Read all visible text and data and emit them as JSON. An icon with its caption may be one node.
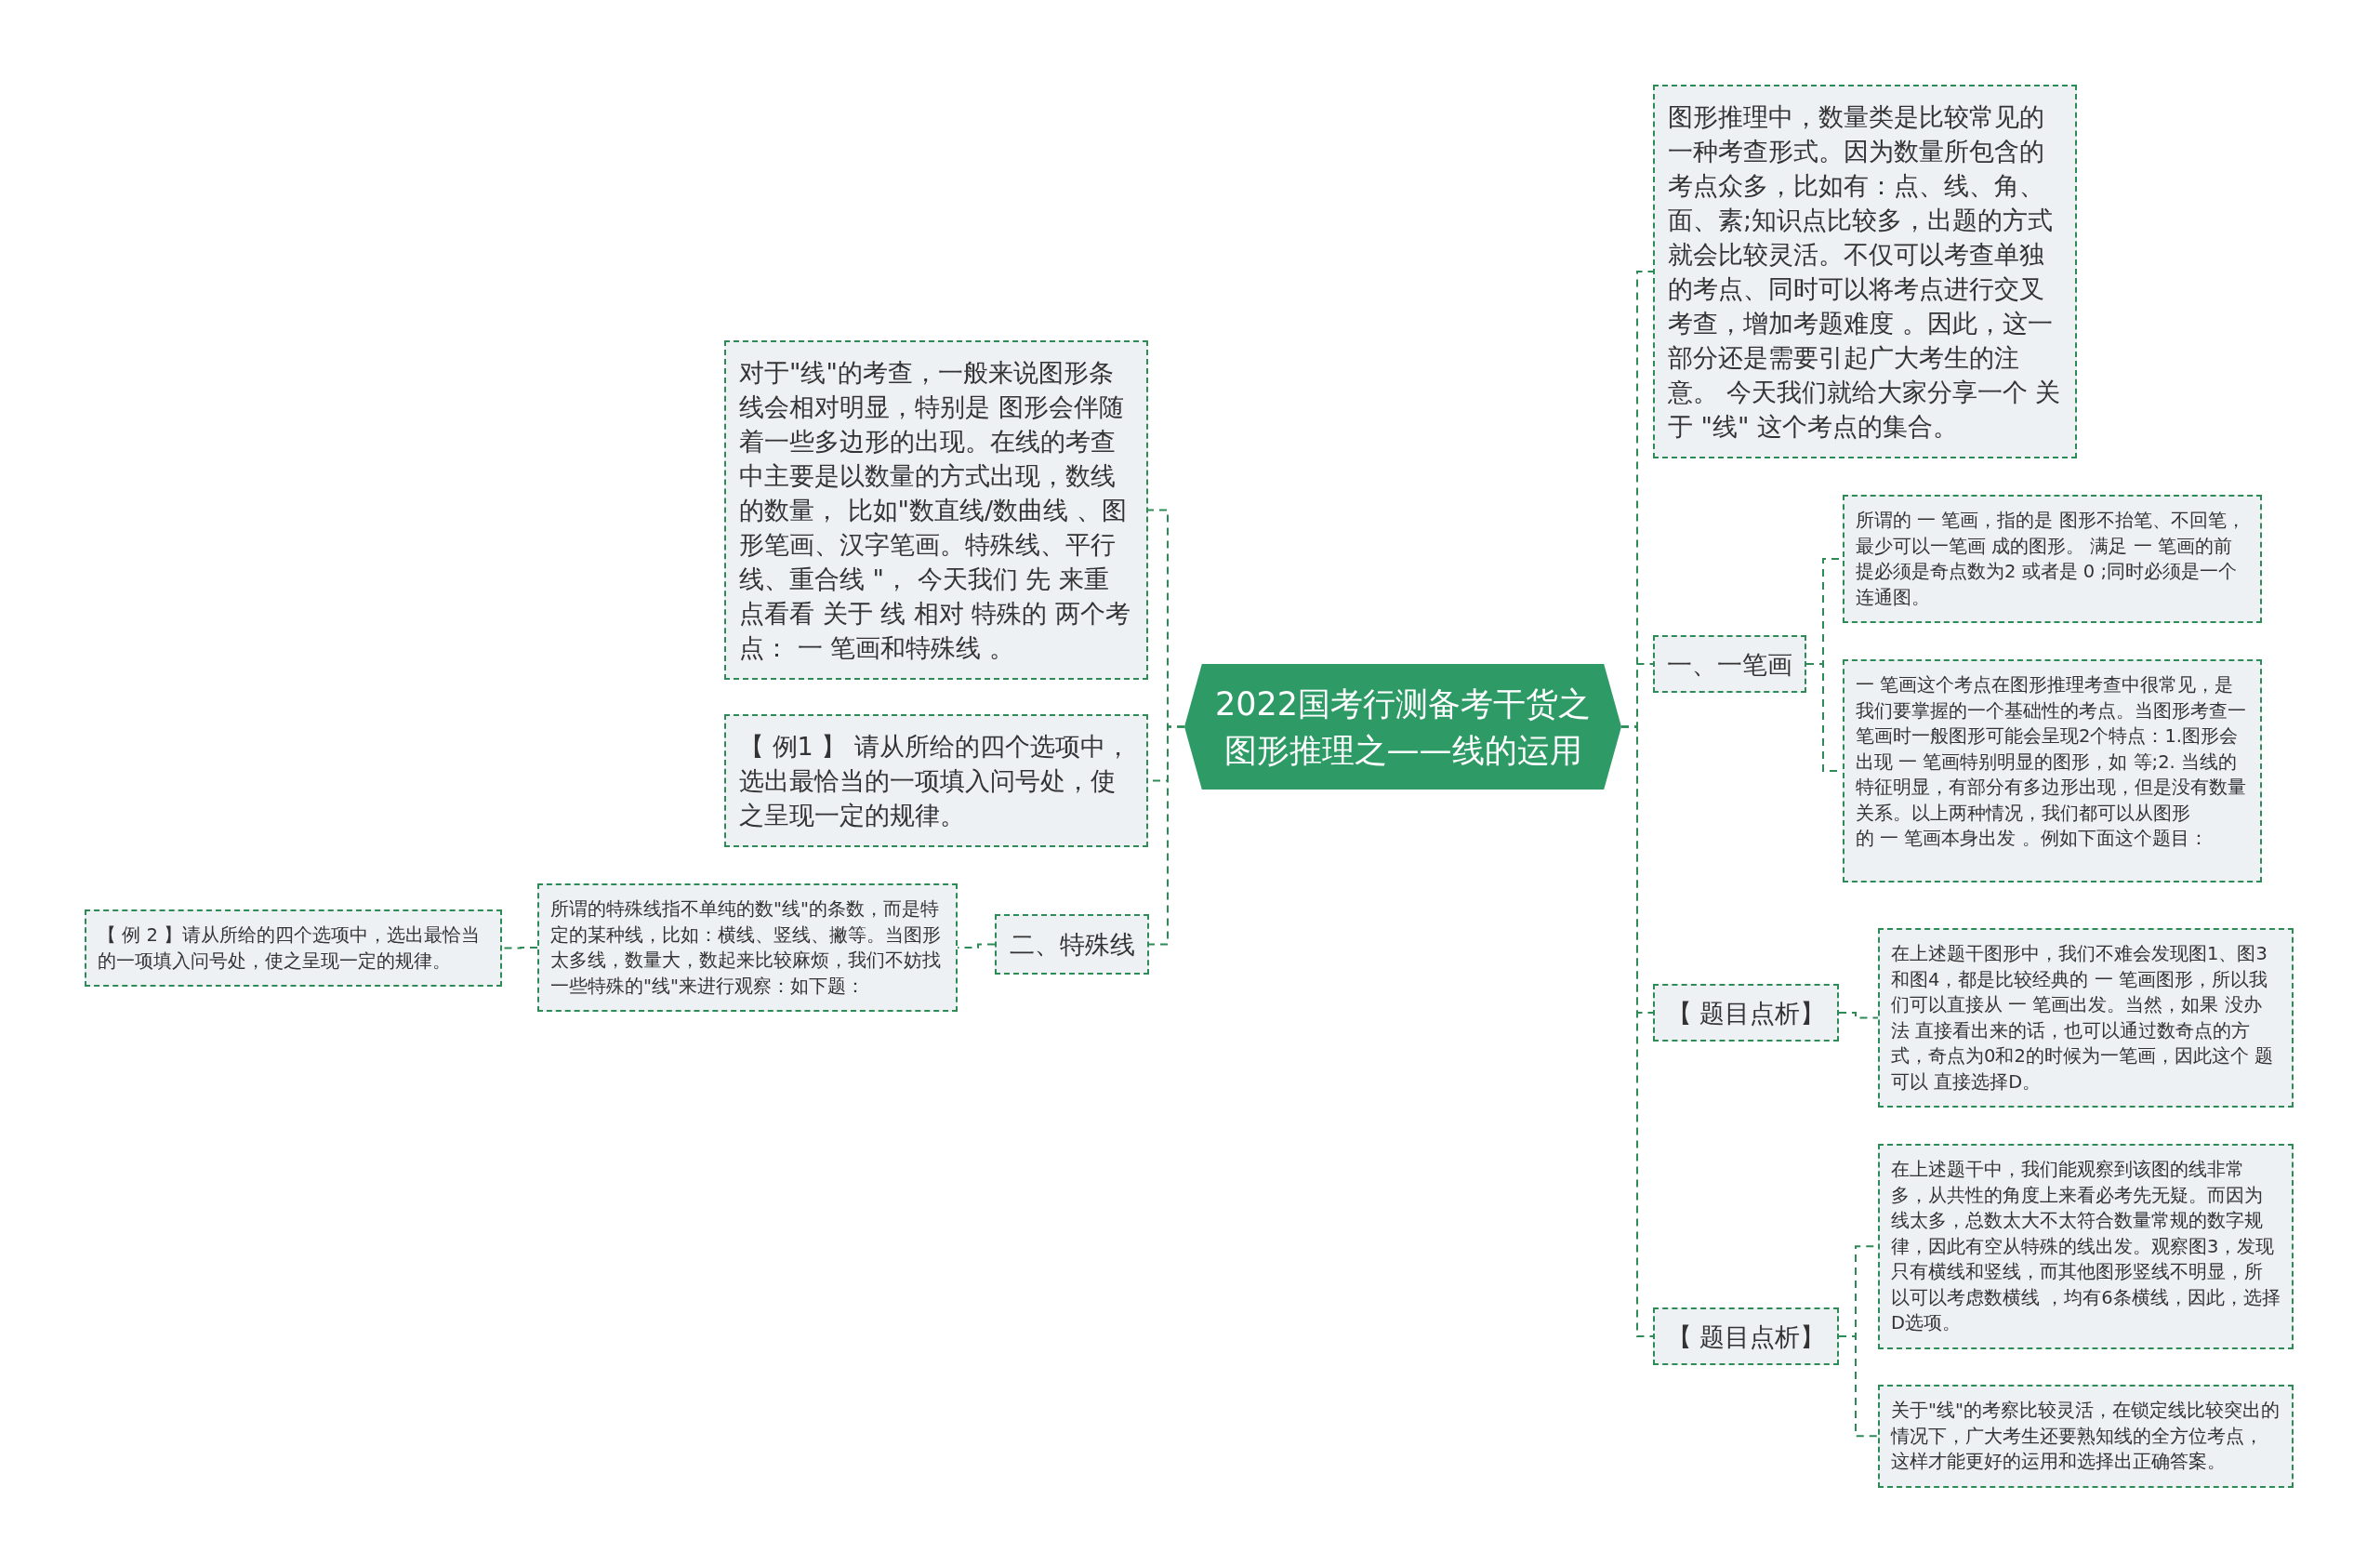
{
  "diagram": {
    "nodes": [
      {
        "text": [
          "2022国考行测备考干货之图形推理之——线的运用"
        ]
      },
      {
        "text": [
          "对于\"线\"的考查，一般来说图形条线会相对明显，特别是 图形会伴随着一些多边形的出现。在线的考查中主要是以数量的方式出现，数线的数量， 比如\"数直线/数曲线 、图形笔画、汉字笔画。特殊线、平行线、重合线 \"， 今天我们 先 来重点看看 关于 线 相对 特殊的 两个考点： 一 笔画和特殊线 。"
        ]
      },
      {
        "text": [
          "【 例1 】 请从所给的四个选项中，选出最恰当的一项填入问号处，使之呈现一定的规律。"
        ]
      },
      {
        "text": [
          "二、特殊线"
        ]
      },
      {
        "text": [
          "所谓的特殊线指不单纯的数\"线\"的条数，而是特定的某种线，比如：横线、竖线、撇等。当图形太多线，数量大，数起来比较麻烦，我们不妨找一些特殊的\"线\"来进行观察：如下题："
        ]
      },
      {
        "text": [
          "【 例 2 】请从所给的四个选项中，选出最恰当的一项填入问号处，使之呈现一定的规律。"
        ]
      },
      {
        "text": [
          "图形推理中，数量类是比较常见的一种考查形式。因为数量所包含的考点众多，比如有：点、线、角、面、素;知识点比较多，出题的方式就会比较灵活。不仅可以考查单独的考点、同时可以将考点进行交叉考查，增加考题难度 。因此，这一部分还是需要引起广大考生的注意。 今天我们就给大家分享一个 关于 \"线\" 这个考点的集合。"
        ]
      },
      {
        "text": [
          "一、一笔画"
        ]
      },
      {
        "text": [
          "所谓的 一 笔画，指的是 图形不抬笔、不回笔，最少可以一笔画 成的图形。 满足 一 笔画的前提必须是奇点数为2 或者是 0 ;同时必须是一个连通图。"
        ]
      },
      {
        "text": [
          "一 笔画这个考点在图形推理考查中很常见，是我们要掌握的一个基础性的考点。当图形考查一笔画时一般图形可能会呈现2个特点：1.图形会出现 一 笔画特别明显的图形，如 等;2. 当线的特征明显，有部分有多边形出现，但是没有数量关系。以上两种情况，我们都可以从图形的 一 笔画本身出发 。例如下面这个题目："
        ]
      },
      {
        "text": [
          "【 题目点析】"
        ]
      },
      {
        "text": [
          "在上述题干图形中，我们不难会发现图1、图3和图4，都是比较经典的 一 笔画图形，所以我们可以直接从 一 笔画出发。当然，如果 没办法 直接看出来的话，也可以通过数奇点的方式，奇点为0和2的时候为一笔画，因此这个 题可以 直接选择D。"
        ]
      },
      {
        "text": [
          "【 题目点析】"
        ]
      },
      {
        "text": [
          "在上述题干中，我们能观察到该图的线非常多，从共性的角度上来看必考先无疑。而因为线太多，总数太大不太符合数量常规的数字规律，因此有空从特殊的线出发。观察图3，发现只有横线和竖线，而其他图形竖线不明显，所以可以考虑数横线 ，均有6条横线，因此，选择D选项。"
        ]
      },
      {
        "text": [
          "关于\"线\"的考察比较灵活，在锁定线比较突出的情况下，广大考生还要熟知线的全方位考点，这样才能更好的运用和选择出正确答案。"
        ]
      }
    ],
    "edges": [
      {
        "from": 0,
        "to": 1,
        "arrow": "none",
        "style": "dashed"
      },
      {
        "from": 0,
        "to": 2,
        "arrow": "none",
        "style": "dashed"
      },
      {
        "from": 0,
        "to": 3,
        "arrow": "none",
        "style": "dashed"
      },
      {
        "from": 3,
        "to": 4,
        "arrow": "none",
        "style": "dashed"
      },
      {
        "from": 4,
        "to": 5,
        "arrow": "none",
        "style": "dashed"
      },
      {
        "from": 0,
        "to": 6,
        "arrow": "none",
        "style": "dashed"
      },
      {
        "from": 0,
        "to": 7,
        "arrow": "none",
        "style": "dashed"
      },
      {
        "from": 7,
        "to": 8,
        "arrow": "none",
        "style": "dashed"
      },
      {
        "from": 7,
        "to": 9,
        "arrow": "none",
        "style": "dashed"
      },
      {
        "from": 0,
        "to": 10,
        "arrow": "none",
        "style": "dashed"
      },
      {
        "from": 10,
        "to": 11,
        "arrow": "none",
        "style": "dashed"
      },
      {
        "from": 0,
        "to": 12,
        "arrow": "none",
        "style": "dashed"
      },
      {
        "from": 12,
        "to": 13,
        "arrow": "none",
        "style": "dashed"
      },
      {
        "from": 12,
        "to": 14,
        "arrow": "none",
        "style": "dashed"
      }
    ]
  }
}
